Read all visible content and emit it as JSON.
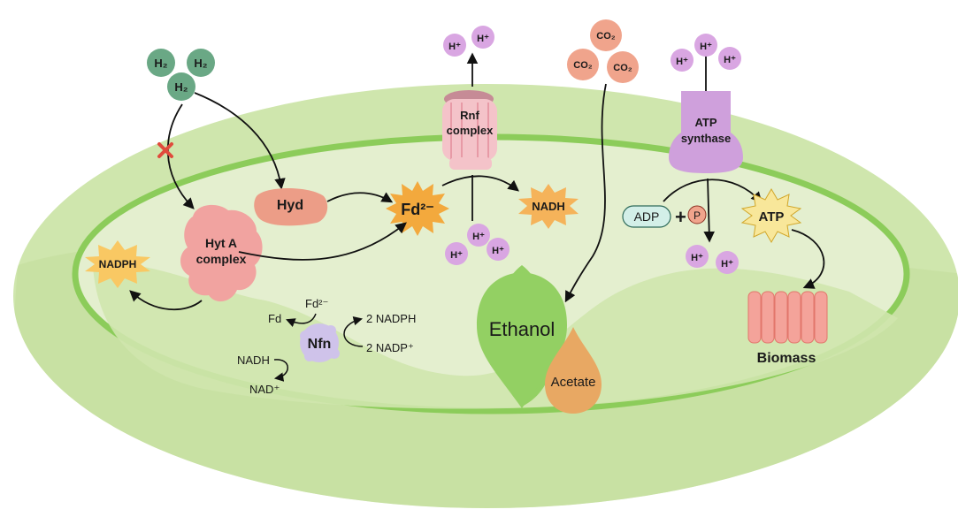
{
  "molecules": {
    "h2": "H₂",
    "h_plus": "H⁺",
    "co2": "CO₂"
  },
  "labels": {
    "rnf": [
      "Rnf",
      "complex"
    ],
    "atp_synthase": [
      "ATP",
      "synthase"
    ],
    "hyd": "Hyd",
    "fd2": "Fd²⁻",
    "nadh_burst": "NADH",
    "hyta": [
      "Hyt A",
      "complex"
    ],
    "nadph_burst": "NADPH",
    "adp": "ADP",
    "plus": "+",
    "p": "P",
    "atp": "ATP",
    "biomass": "Biomass",
    "ethanol": "Ethanol",
    "acetate": "Acetate",
    "nfn": "Nfn",
    "fd_small": "Fd",
    "fd2_small": "Fd²⁻",
    "nadph2": "2 NADPH",
    "nadp2": "2 NADP⁺",
    "nadh_small": "NADH",
    "nad_plus": "NAD⁺"
  },
  "colors": {
    "cell_outer": "#cfe6ad",
    "cell_inner": "#e4efcf",
    "membrane": "#8ccc5a",
    "h2_circle": "#6aa885",
    "h_circle": "#d9a6e2",
    "co2_circle": "#f0a48c",
    "rnf": "#f4c3c9",
    "atp_synthase": "#cfa0dc",
    "hyd": "#ec9d87",
    "fd_burst": "#f3a93d",
    "nadh_burst": "#f5b35a",
    "nadph_burst": "#f9c863",
    "atp_burst": "#f8e79a",
    "hyta": "#f1a3a0",
    "ethanol": "#93d063",
    "acetate": "#e8a863",
    "biomass": "#f4a39a",
    "nfn": "#cfc3ea",
    "block_x": "#e04b3c"
  }
}
